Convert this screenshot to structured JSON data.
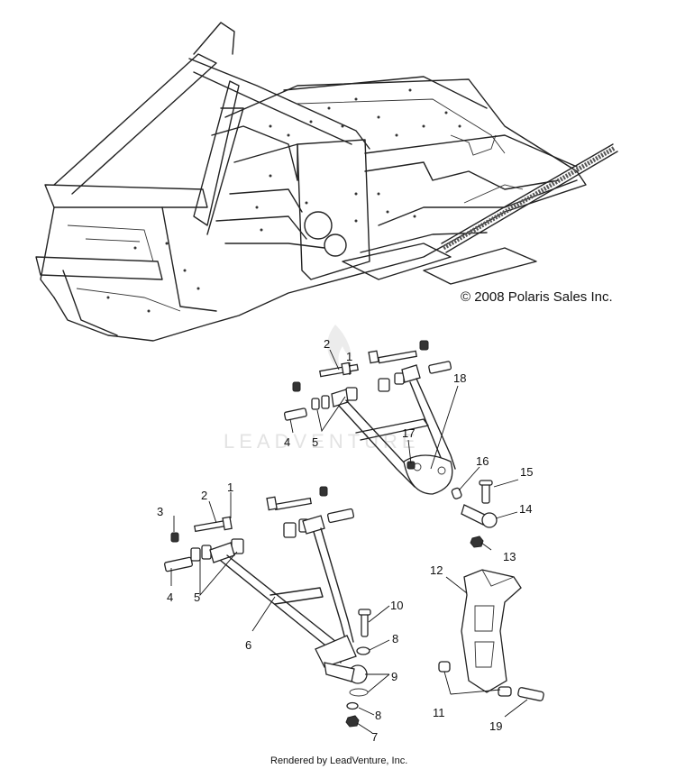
{
  "copyright": "© 2008 Polaris Sales Inc.",
  "footer": "Rendered by LeadVenture, Inc.",
  "watermark": "LEADVENTURE",
  "callouts": {
    "c1a": "1",
    "c2a": "2",
    "c4a": "4",
    "c5a": "5",
    "c18": "18",
    "c17": "17",
    "c16": "16",
    "c15": "15",
    "c14": "14",
    "c13": "13",
    "c3": "3",
    "c2b": "2",
    "c1b": "1",
    "c4b": "4",
    "c5b": "5",
    "c6": "6",
    "c10": "10",
    "c8a": "8",
    "c9": "9",
    "c8b": "8",
    "c7": "7",
    "c12": "12",
    "c11": "11",
    "c19": "19"
  }
}
